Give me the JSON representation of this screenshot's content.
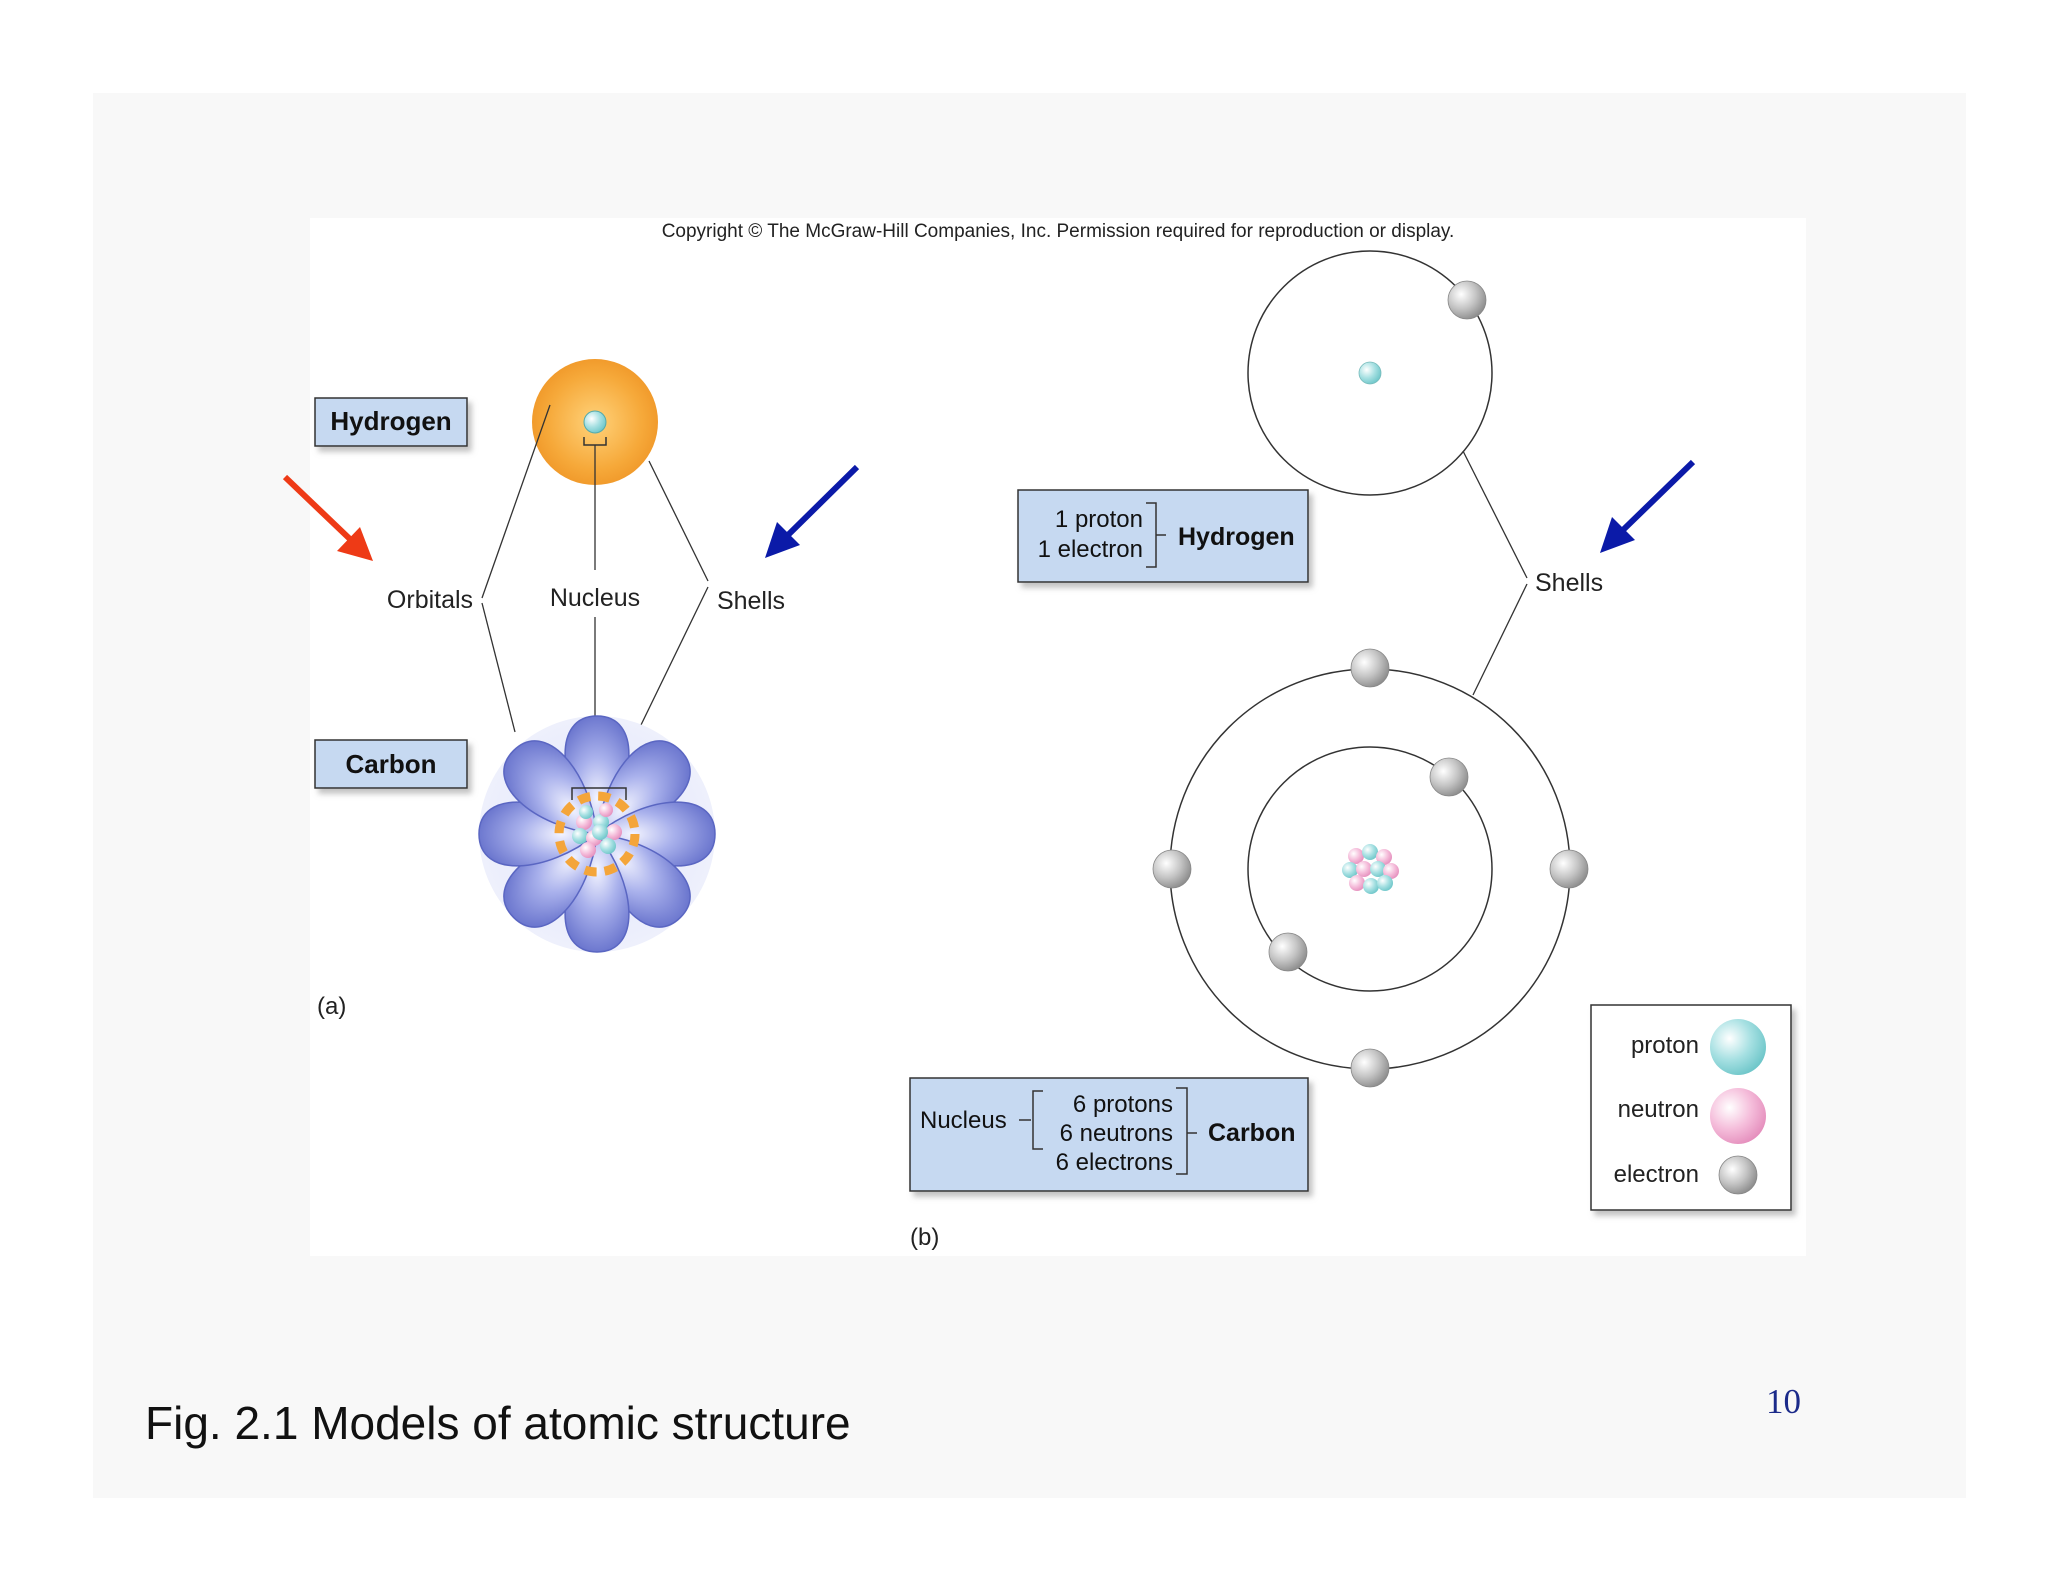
{
  "copyright": "Copyright © The McGraw-Hill Companies, Inc. Permission required for reproduction or display.",
  "panel_a": {
    "panel_label": "(a)",
    "hydrogen_label": "Hydrogen",
    "carbon_label": "Carbon",
    "orbitals_label": "Orbitals",
    "nucleus_label": "Nucleus",
    "shells_label": "Shells"
  },
  "panel_b": {
    "panel_label": "(b)",
    "shells_label": "Shells",
    "hydrogen_box": {
      "line1": "1 proton",
      "line2": "1 electron",
      "name": "Hydrogen"
    },
    "carbon_box": {
      "prefix": "Nucleus",
      "line1": "6 protons",
      "line2": "6 neutrons",
      "line3": "6 electrons",
      "name": "Carbon"
    }
  },
  "legend": {
    "items": [
      {
        "label": "proton",
        "color": "#8fd3d6"
      },
      {
        "label": "neutron",
        "color": "#f1a9cf"
      },
      {
        "label": "electron",
        "color": "#a8a8a8"
      }
    ]
  },
  "colors": {
    "red_arrow": "#ee3a16",
    "blue_arrow": "#0b1aa8",
    "box_fill": "#c6d9f1",
    "hydrogen_orbital": "#f4a53a",
    "carbon_lobes": "#7b86d6"
  },
  "caption": "Fig. 2.1 Models of atomic structure",
  "page_number": "10"
}
